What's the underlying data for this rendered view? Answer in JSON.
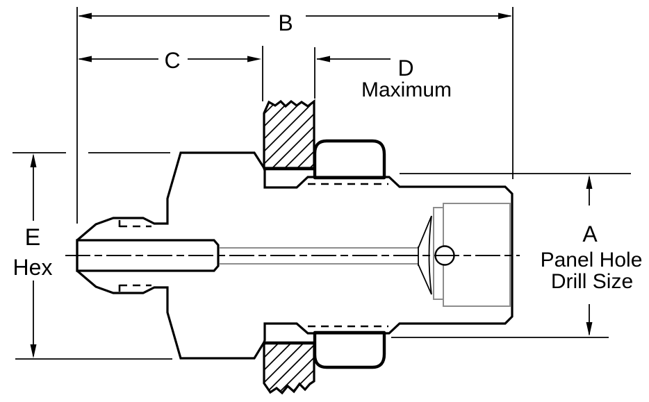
{
  "dims": {
    "B": {
      "label": "B"
    },
    "C": {
      "label": "C"
    },
    "D": {
      "label": "D",
      "qualifier": "Maximum"
    },
    "E": {
      "label": "E",
      "qualifier": "Hex"
    },
    "A": {
      "label": "A",
      "note_line1": "Panel Hole",
      "note_line2": "Drill Size"
    }
  },
  "colors": {
    "outline": "#000000",
    "internal_detail": "#8c8c8c",
    "background": "#ffffff"
  }
}
